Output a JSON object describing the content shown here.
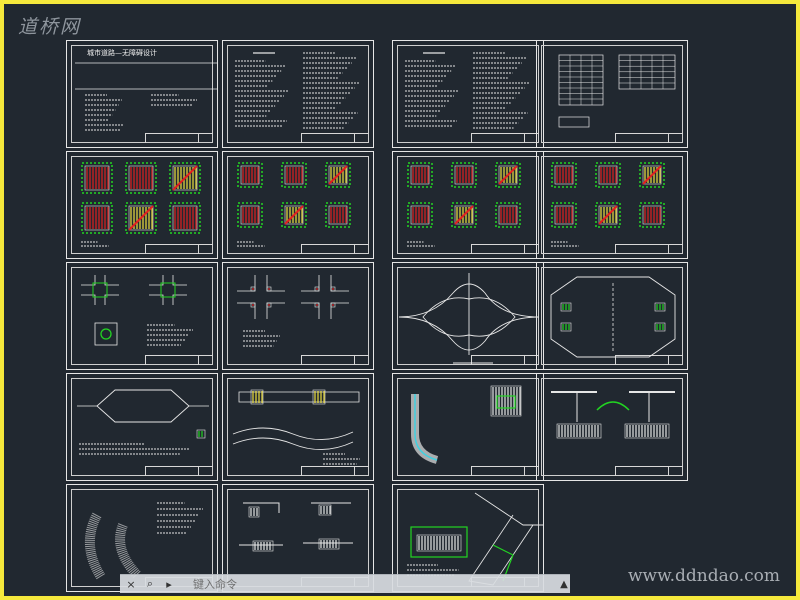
{
  "app": {
    "logo_text": "道桥网",
    "watermark": "www.ddndao.com"
  },
  "cover_sheet": {
    "title": "城市道路—无障碍设计"
  },
  "command_line": {
    "close_icon": "×",
    "search_icon": "⌕",
    "recent_icon": "▸",
    "placeholder": "键入命令",
    "expand_icon": "▲"
  },
  "sheets": [
    {
      "kind": "cover"
    },
    {
      "kind": "notes"
    },
    {
      "kind": "notes"
    },
    {
      "kind": "table"
    },
    {
      "kind": "tiles6"
    },
    {
      "kind": "tiles6"
    },
    {
      "kind": "tiles6"
    },
    {
      "kind": "tiles6"
    },
    {
      "kind": "plans4"
    },
    {
      "kind": "cross"
    },
    {
      "kind": "interchange"
    },
    {
      "kind": "intersection"
    },
    {
      "kind": "hexagon"
    },
    {
      "kind": "road"
    },
    {
      "kind": "curve"
    },
    {
      "kind": "bridge"
    },
    {
      "kind": "arcs"
    },
    {
      "kind": "sections"
    },
    {
      "kind": "ramp"
    }
  ],
  "colors": {
    "background": "#f6e93c",
    "canvas": "#212830",
    "line": "#e6e6e6",
    "red": "#e02020",
    "green": "#22d422",
    "cyan": "#40d0e0",
    "yellow": "#f0e040"
  }
}
